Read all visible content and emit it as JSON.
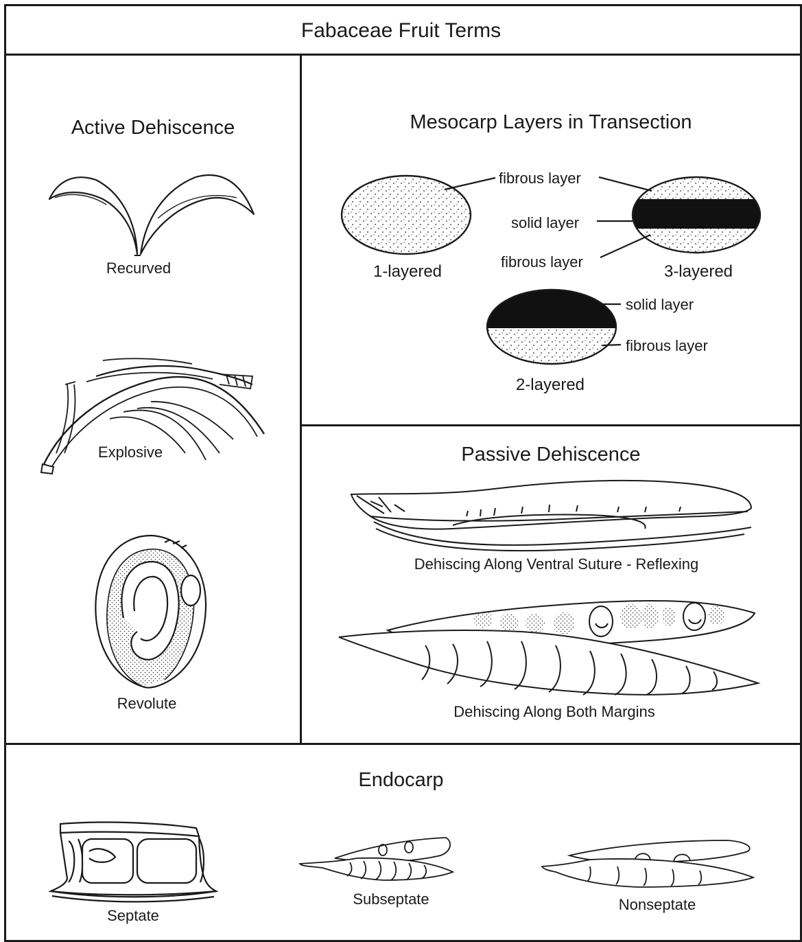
{
  "title": "Fabaceae Fruit Terms",
  "active": {
    "heading": "Active Dehiscence",
    "recurved": "Recurved",
    "explosive": "Explosive",
    "revolute": "Revolute"
  },
  "mesocarp": {
    "heading": "Mesocarp Layers  in Transection",
    "fibrous_top": "fibrous layer",
    "solid_mid": "solid layer",
    "fibrous_bottom": "fibrous layer",
    "one_layered": "1-layered",
    "three_layered": "3-layered",
    "solid_two": "solid layer",
    "fibrous_two": "fibrous layer",
    "two_layered": "2-layered"
  },
  "passive": {
    "heading": "Passive Dehiscence",
    "ventral": "Dehiscing Along Ventral Suture - Reflexing",
    "both": "Dehiscing Along Both Margins"
  },
  "endocarp": {
    "heading": "Endocarp",
    "septate": "Septate",
    "subseptate": "Subseptate",
    "nonseptate": "Nonseptate"
  }
}
